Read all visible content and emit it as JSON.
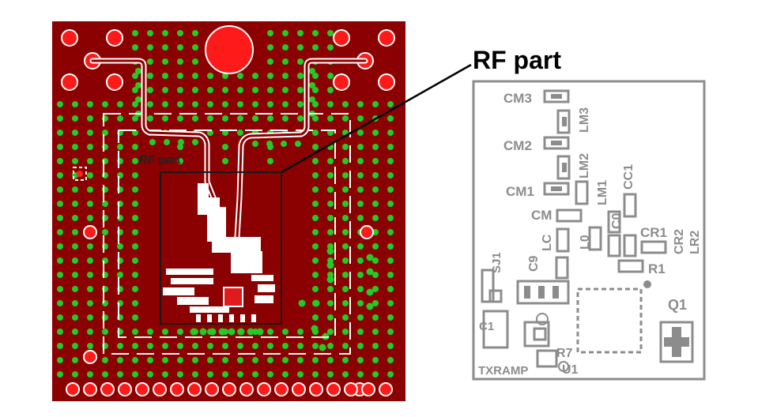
{
  "figure": {
    "callout_title": "RF part",
    "inset_label": "RF part",
    "colors": {
      "board": "#8b0000",
      "via": "#22cc22",
      "pad": "#ff1a1a",
      "trace": "#ffffff",
      "outline": "#1a1a1a",
      "silkscreen": "#8c8c8c"
    }
  },
  "schematic": {
    "labels": [
      {
        "id": "cm3",
        "text": "CM3"
      },
      {
        "id": "lm3",
        "text": "LM3"
      },
      {
        "id": "cm2",
        "text": "CM2"
      },
      {
        "id": "lm2",
        "text": "LM2"
      },
      {
        "id": "cm1",
        "text": "CM1"
      },
      {
        "id": "lm1",
        "text": "LM1"
      },
      {
        "id": "cc1",
        "text": "CC1"
      },
      {
        "id": "cm",
        "text": "CM"
      },
      {
        "id": "lc",
        "text": "LC"
      },
      {
        "id": "c0",
        "text": "C0"
      },
      {
        "id": "l0",
        "text": "L0"
      },
      {
        "id": "cr1",
        "text": "CR1"
      },
      {
        "id": "cr2",
        "text": "CR2"
      },
      {
        "id": "lr2",
        "text": "LR2"
      },
      {
        "id": "c9",
        "text": "C9"
      },
      {
        "id": "r1",
        "text": "R1"
      },
      {
        "id": "sj1",
        "text": "SJ1"
      },
      {
        "id": "q1",
        "text": "Q1"
      },
      {
        "id": "c1",
        "text": "C1"
      },
      {
        "id": "r7",
        "text": "R7"
      },
      {
        "id": "txramp",
        "text": "TXRAMP"
      },
      {
        "id": "u1",
        "text": "U1"
      }
    ]
  }
}
